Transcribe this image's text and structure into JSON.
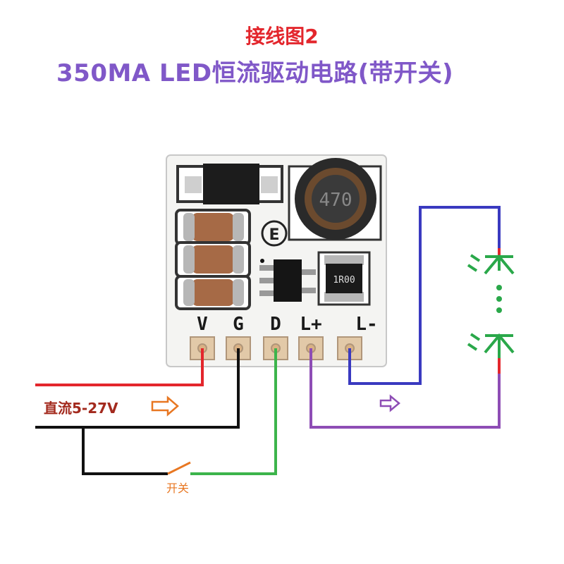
{
  "title": "接线图2",
  "subtitle": "350MA LED恒流驱动电路(带开关)",
  "board": {
    "pins": [
      "V",
      "G",
      "D",
      "L+",
      "L-"
    ],
    "mark": "E",
    "resistor_code": "1R00",
    "inductor_code": "470"
  },
  "labels": {
    "supply": "直流5-27V",
    "switch": "开关"
  },
  "colors": {
    "title": "#e3262c",
    "subtitle": "#8058c8",
    "wire_v": "#e3262c",
    "wire_g": "#111111",
    "wire_d": "#3cb44b",
    "wire_lplus": "#8e4db5",
    "wire_lminus": "#3a3ac0",
    "led": "#2aa84a",
    "switch": "#e87722"
  }
}
